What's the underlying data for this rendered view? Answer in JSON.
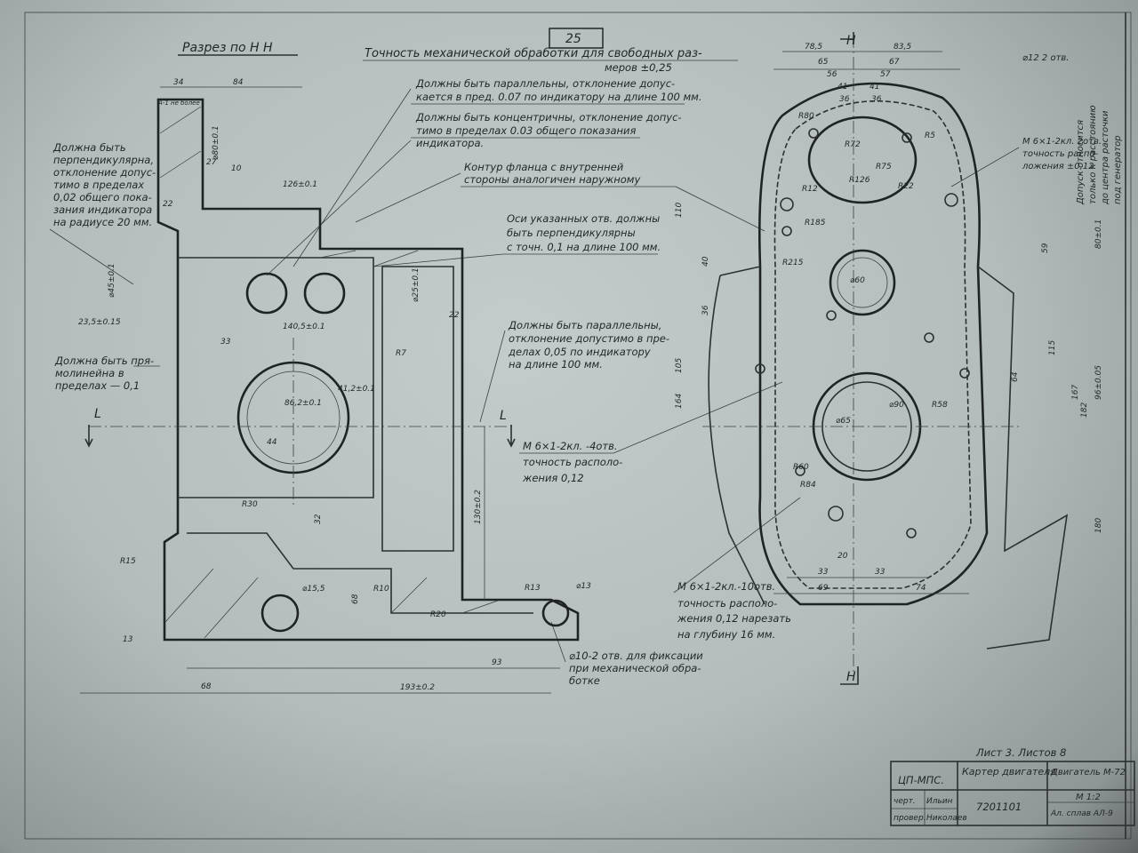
{
  "sheet_number": "25",
  "section_title": "Разрез по Н Н",
  "general_tolerance": {
    "line1": "Точность механической обработки для свободных раз-",
    "line2": "меров ±0,25"
  },
  "notes": {
    "parallel_007": [
      "Должны быть параллельны, отклонение допус-",
      "кается в пред. 0.07 по индикатору на длине 100 мм."
    ],
    "concentric": [
      "Должны быть концентричны, отклонение допус-",
      "тимо в пределах 0.03 общего показания",
      "индикатора."
    ],
    "flange": [
      "Контур фланца с внутренней",
      "стороны аналогичен наружному"
    ],
    "perpendicular_axes": [
      "Оси указанных отв. должны",
      "быть перпендикулярны",
      "с точн. 0,1 на длине 100 мм."
    ],
    "parallel_005": [
      "Должны быть параллельны,",
      "отклонение допустимо в пре-",
      "делах 0,05 по индикатору",
      "на длине 100 мм."
    ],
    "m6_4holes": [
      "М 6×1-2кл. -4отв.",
      "точность располо-",
      "жения 0,12"
    ],
    "perpendicular_left": [
      "Должна быть",
      "перпендикулярна,",
      "отклонение допус-",
      "тимо в пределах",
      "0,02 общего пока-",
      "зания индикатора",
      "на радиусе 20 мм."
    ],
    "straight_left": [
      "Должна быть пря-",
      "молинейна в",
      "пределах — 0,1"
    ],
    "holes_10_2": [
      "⌀10-2 отв. для фиксации",
      "при механической обра-",
      "ботке"
    ],
    "m6_10holes": [
      "М 6×1-2кл.-10отв.",
      "точность располо-",
      "жения 0,12 нарезать",
      "на глубину 16 мм."
    ],
    "m6_2holes": [
      "М 6×1-2кл. 2отв.",
      "точность распо-",
      "ложения ±0,12"
    ],
    "holes_12": "⌀12 2 отв.",
    "tolerance_vertical": [
      "Допуск относится",
      "только к расстоянию",
      "до центра расточки",
      "под генератор"
    ],
    "a_max": "А-1 не более"
  },
  "section_marks": {
    "h": "Н",
    "l": "L"
  },
  "dimensions_left": [
    "34",
    "84",
    "27",
    "10",
    "126±0.1",
    "22",
    "23,5±0.15",
    "86,2±0.1",
    "44",
    "41,2±0.1",
    "140,5±0.1",
    "130±0.2",
    "68",
    "93",
    "193±0.2",
    "13",
    "⌀45±0.1",
    "⌀80±0.1",
    "⌀25±0.1",
    "⌀15,5",
    "R10",
    "R20",
    "R15",
    "R7",
    "R30",
    "22",
    "33",
    "32",
    "68",
    "R13",
    "⌀13"
  ],
  "dimensions_right": [
    "78,5",
    "83,5",
    "65",
    "67",
    "56",
    "57",
    "41",
    "41",
    "36",
    "36",
    "110",
    "40",
    "36",
    "105",
    "164",
    "59",
    "80±0.1",
    "115",
    "64",
    "167",
    "182",
    "96±0.05",
    "180",
    "20",
    "33",
    "33",
    "69",
    "74",
    "R80",
    "R126",
    "R185",
    "R215",
    "R58",
    "R60",
    "R84",
    "⌀60",
    "⌀90",
    "⌀65",
    "R72",
    "R75",
    "R22",
    "R12",
    "R5"
  ],
  "title_block": {
    "sheet_info": "Лист 3. Листов 8",
    "organization": "ЦП-МПС.",
    "part_name": "Картер двигателя",
    "product": "Двигатель М-72",
    "drawing_number": "7201101",
    "scale": "М 1:2",
    "material": "Ал. сплав АЛ-9",
    "role_drawn": "черт.",
    "drawn_by": "Ильин",
    "role_checked": "провер.",
    "checked_by": "Николаев"
  }
}
